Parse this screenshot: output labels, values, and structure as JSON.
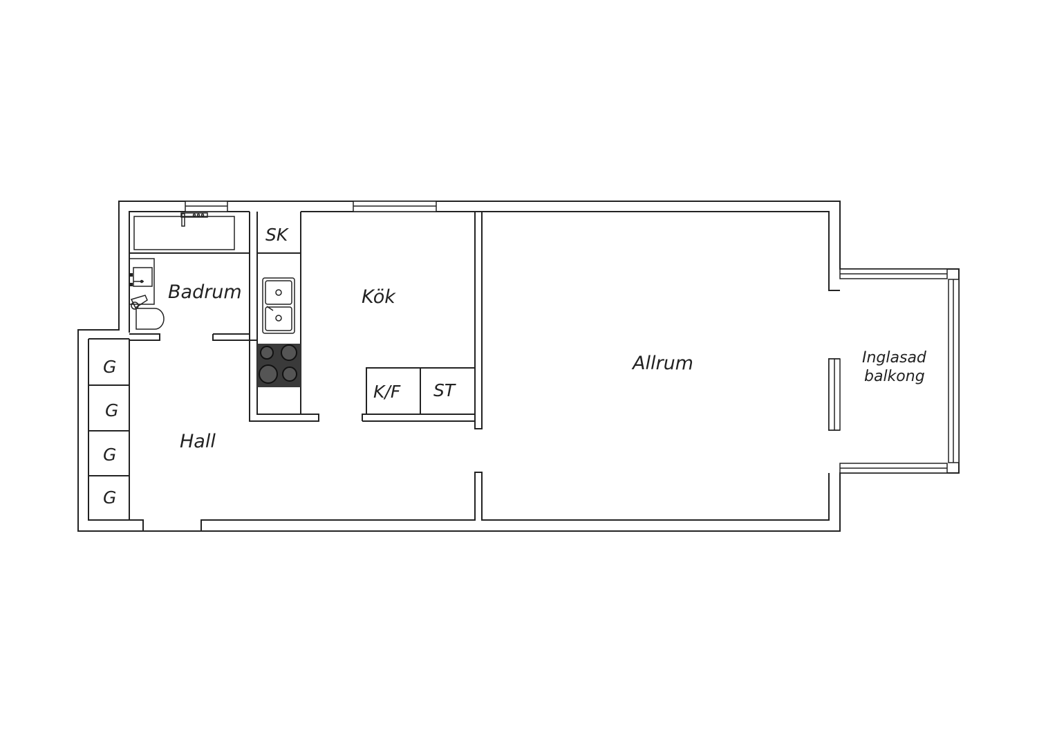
{
  "rooms": {
    "badrum": "Badrum",
    "kok": "Kök",
    "allrum": "Allrum",
    "hall": "Hall",
    "balkong_line1": "Inglasad",
    "balkong_line2": "balkong"
  },
  "fixtures": {
    "sk": "SK",
    "kf": "K/F",
    "st": "ST",
    "wardrobe": [
      "G",
      "G",
      "G",
      "G"
    ]
  },
  "colors": {
    "line": "#222222",
    "stove": "#3a3a3a",
    "background": "#ffffff"
  }
}
